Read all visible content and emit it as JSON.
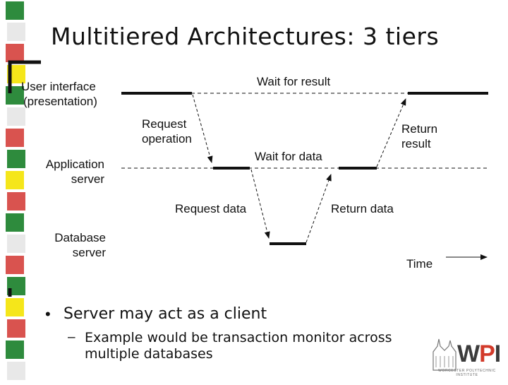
{
  "slide": {
    "title": "Multitiered Architectures: 3 tiers"
  },
  "colors": {
    "stripe": [
      "#2e8b3d",
      "#e8e8e8",
      "#d9534f",
      "#f5e61a",
      "#2e8b3d",
      "#e8e8e8",
      "#d9534f",
      "#2e8b3d",
      "#f5e61a",
      "#d9534f",
      "#2e8b3d",
      "#e8e8e8",
      "#d9534f",
      "#2e8b3d",
      "#f5e61a",
      "#d9534f",
      "#2e8b3d",
      "#e8e8e8"
    ],
    "logo_accent": "#d23a2a"
  },
  "diagram": {
    "tiers": [
      {
        "label_line1": "User interface",
        "label_line2": "(presentation)"
      },
      {
        "label_line1": "Application",
        "label_line2": "server"
      },
      {
        "label_line1": "Database",
        "label_line2": "server"
      }
    ],
    "labels": {
      "wait_result": "Wait for result",
      "request_op_1": "Request",
      "request_op_2": "operation",
      "return_result_1": "Return",
      "return_result_2": "result",
      "wait_data": "Wait for data",
      "request_data": "Request data",
      "return_data": "Return data",
      "time": "Time"
    }
  },
  "bullets": [
    {
      "text": "Server may act as a client",
      "sub": "Example would be transaction monitor across multiple databases"
    }
  ],
  "logo": {
    "text_main": "W",
    "text_accent": "P",
    "text_end": "I",
    "caption": "WORCESTER POLYTECHNIC INSTITUTE"
  }
}
